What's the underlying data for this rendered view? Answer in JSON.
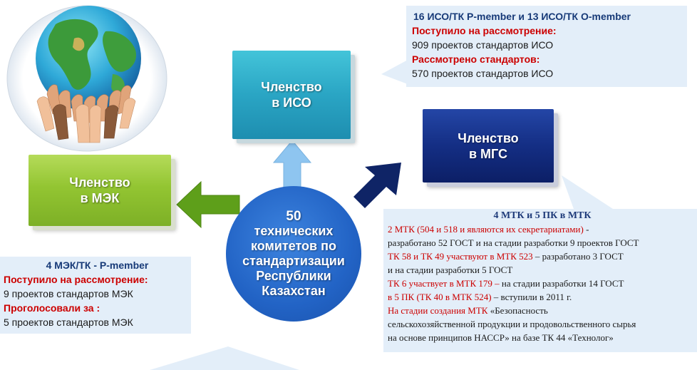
{
  "boxes": {
    "mek": {
      "line1": "Членство",
      "line2": "в МЭК"
    },
    "iso": {
      "line1": "Членство",
      "line2": "в ИСО"
    },
    "mgs": {
      "line1": "Членство",
      "line2": "в МГС"
    }
  },
  "center": {
    "line1": "50",
    "line2": "технических",
    "line3": "комитетов по",
    "line4": "стандартизации",
    "line5": "Республики",
    "line6": "Казахстан"
  },
  "iso_callout": {
    "header": "16 ИСО/ТК  P-member и 13 ИСО/ТК O-member",
    "l1": "Поступило на рассмотрение:",
    "l2": "909 проектов  стандартов ИСО",
    "l3": "Рассмотрено стандартов:",
    "l4": "570 проектов  стандартов ИСО"
  },
  "mek_callout": {
    "header": "4 МЭК/ТК - P-member",
    "l1": "Поступило на рассмотрение:",
    "l2": "9 проектов  стандартов МЭК",
    "l3": "Проголосовали за :",
    "l4": "5 проектов  стандартов  МЭК"
  },
  "mgs_callout": {
    "header": "4 МТК и 5 ПК в МТК",
    "r1": "2 МТК (504 и 518 и являются их секретариатами)",
    "r1b": " -",
    "r2": "разработано 52 ГОСТ и на стадии разработки 9 проектов ГОСТ",
    "r3a": "ТК 58 и ТК 49 участвуют в МТК 523",
    "r3b": " – разработано 3 ГОСТ",
    "r4": "и на стадии разработки 5 ГОСТ",
    "r5a": "ТК 6 участвует в МТК 179 –",
    "r5b": "  на стадии разработки 14 ГОСТ",
    "r6a": "в 5 ПК (ТК 40 в МТК 524)",
    "r6b": " – вступили в 2011 г.",
    "r7a": "На стадии создания МТК",
    "r7b": " «Безопасность",
    "r8": "сельскохозяйственной продукции  и продовольственного сырья",
    "r9": "на основе принципов НАССР»  на базе ТК 44 «Технолог»"
  },
  "colors": {
    "mek_green": "#8fc232",
    "iso_cyan": "#2aa5c4",
    "mgs_navy": "#142e84",
    "center_blue": "#2263c5",
    "callout_bg": "#e3eef9",
    "red_text": "#cc0000"
  },
  "icons": {
    "globe": "globe-with-hands-icon",
    "arrow_left": "green-arrow-left-icon",
    "arrow_up": "light-blue-arrow-up-icon",
    "arrow_upright": "navy-arrow-up-right-icon"
  }
}
